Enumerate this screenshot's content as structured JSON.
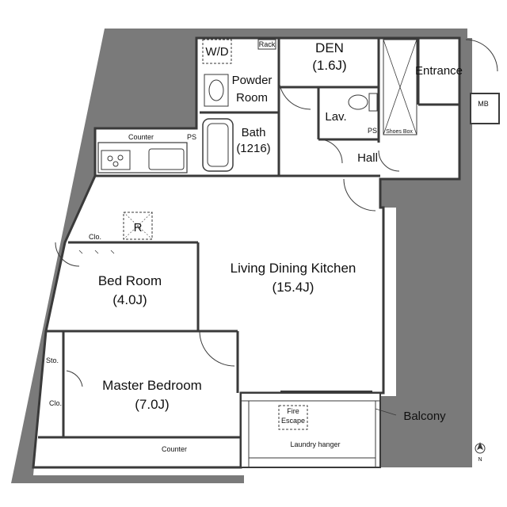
{
  "plan": {
    "rooms": {
      "den": {
        "name": "DEN",
        "size": "(1.6J)"
      },
      "entrance": "Entrance",
      "mb": "MB",
      "wd": "W/D",
      "rack": "Rack",
      "powder": {
        "line1": "Powder",
        "line2": "Room"
      },
      "bath": {
        "name": "Bath",
        "size": "(1216)"
      },
      "lav": "Lav.",
      "ps_bath": "PS",
      "ps_lav": "PS",
      "shoes_box": "Shoes Box",
      "hall": "Hall",
      "counter_kitchen": "Counter",
      "refrigerator": "R",
      "closet_bed": "Clo.",
      "ldk": {
        "name": "Living Dining Kitchen",
        "size": "(15.4J)"
      },
      "bedroom": {
        "name": "Bed Room",
        "size": "(4.0J)"
      },
      "storage": "Sto.",
      "closet_master": "Clo.",
      "master": {
        "name": "Master Bedroom",
        "size": "(7.0J)"
      },
      "counter_master": "Counter",
      "fire_escape": {
        "line1": "Fire",
        "line2": "Escape"
      },
      "laundry": "Laundry hanger",
      "balcony": "Balcony"
    },
    "north": "N",
    "colors": {
      "outer": "#7a7a7a",
      "wall": "#3a3a3a",
      "floor": "#ffffff"
    }
  }
}
